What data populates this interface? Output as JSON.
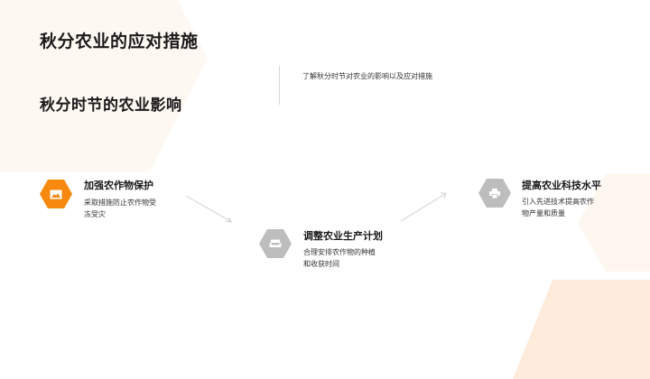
{
  "slide": {
    "title": "秋分农业的应对措施",
    "subtitle": "秋分时节的农业影响",
    "intro": "了解秋分时节对农业的影响以及应对措施"
  },
  "steps": [
    {
      "title": "加强农作物保护",
      "desc": "采取措施防止农作物受冻受灾",
      "icon": "image-icon",
      "color": "#f7890f"
    },
    {
      "title": "调整农业生产计划",
      "desc": "合理安排农作物的种植和收获时间",
      "icon": "sofa-icon",
      "color": "#bdbdbd"
    },
    {
      "title": "提高农业科技水平",
      "desc": "引入先进技术提高农作物产量和质量",
      "icon": "printer-icon",
      "color": "#bdbdbd"
    }
  ],
  "colors": {
    "accent": "#f7890f",
    "neutral_icon": "#bdbdbd",
    "bg_shape_light": "#fdf8f2",
    "bg_shape_peach": "#fdebdc"
  }
}
